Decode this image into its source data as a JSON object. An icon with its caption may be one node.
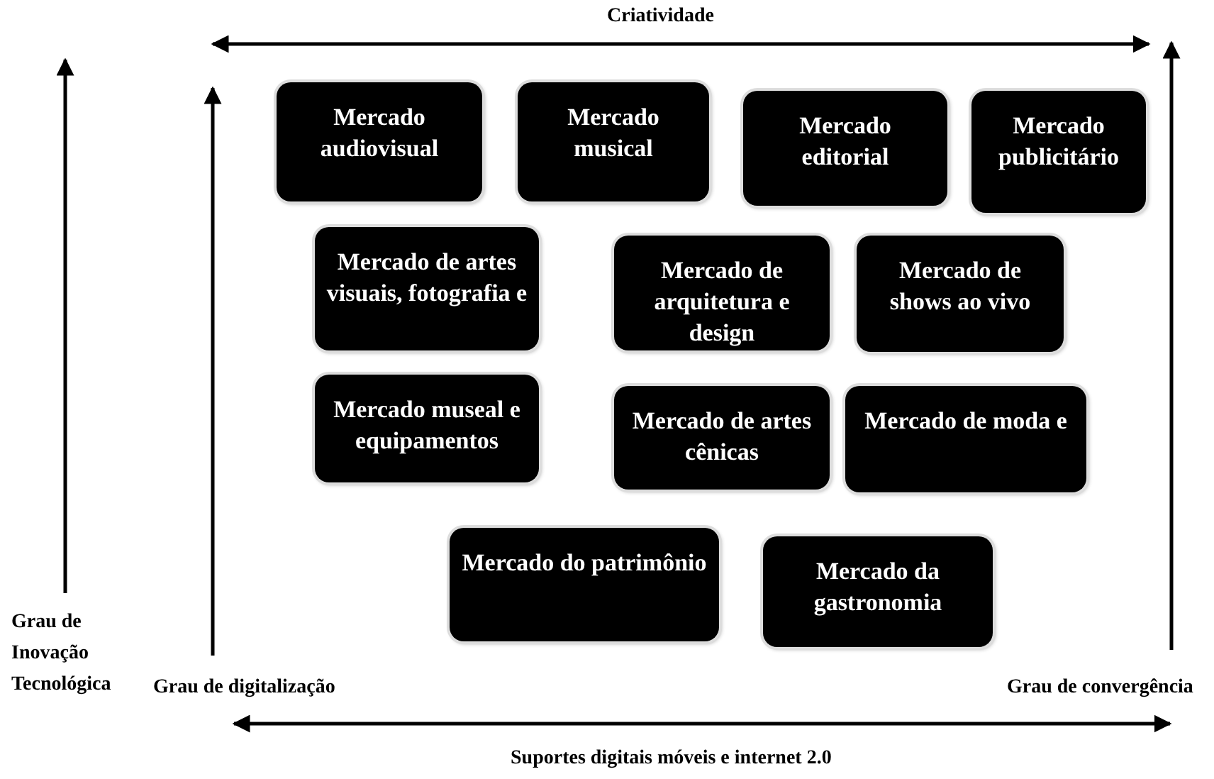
{
  "diagram": {
    "nodes": [
      {
        "text": [
          "Mercado audiovisual"
        ]
      },
      {
        "text": [
          "Mercado musical"
        ]
      },
      {
        "text": [
          "Mercado editorial"
        ]
      },
      {
        "text": [
          "Mercado publicitário"
        ]
      },
      {
        "text": [
          "Mercado de artes visuais, fotografia e"
        ]
      },
      {
        "text": [
          "Mercado de arquitetura e design"
        ]
      },
      {
        "text": [
          "Mercado de shows ao vivo"
        ]
      },
      {
        "text": [
          "Mercado museal  e equipamentos"
        ]
      },
      {
        "text": [
          "Mercado de artes cênicas"
        ]
      },
      {
        "text": [
          "Mercado de moda e"
        ]
      },
      {
        "text": [
          "Mercado do patrimônio"
        ]
      },
      {
        "text": [
          "Mercado da gastronomia"
        ]
      }
    ],
    "edges": [],
    "labels": [
      "Criatividade",
      "Grau de Inovação Tecnológica",
      "Grau de digitalização",
      "Grau de convergência",
      "Suportes digitais móveis e internet 2.0"
    ]
  }
}
